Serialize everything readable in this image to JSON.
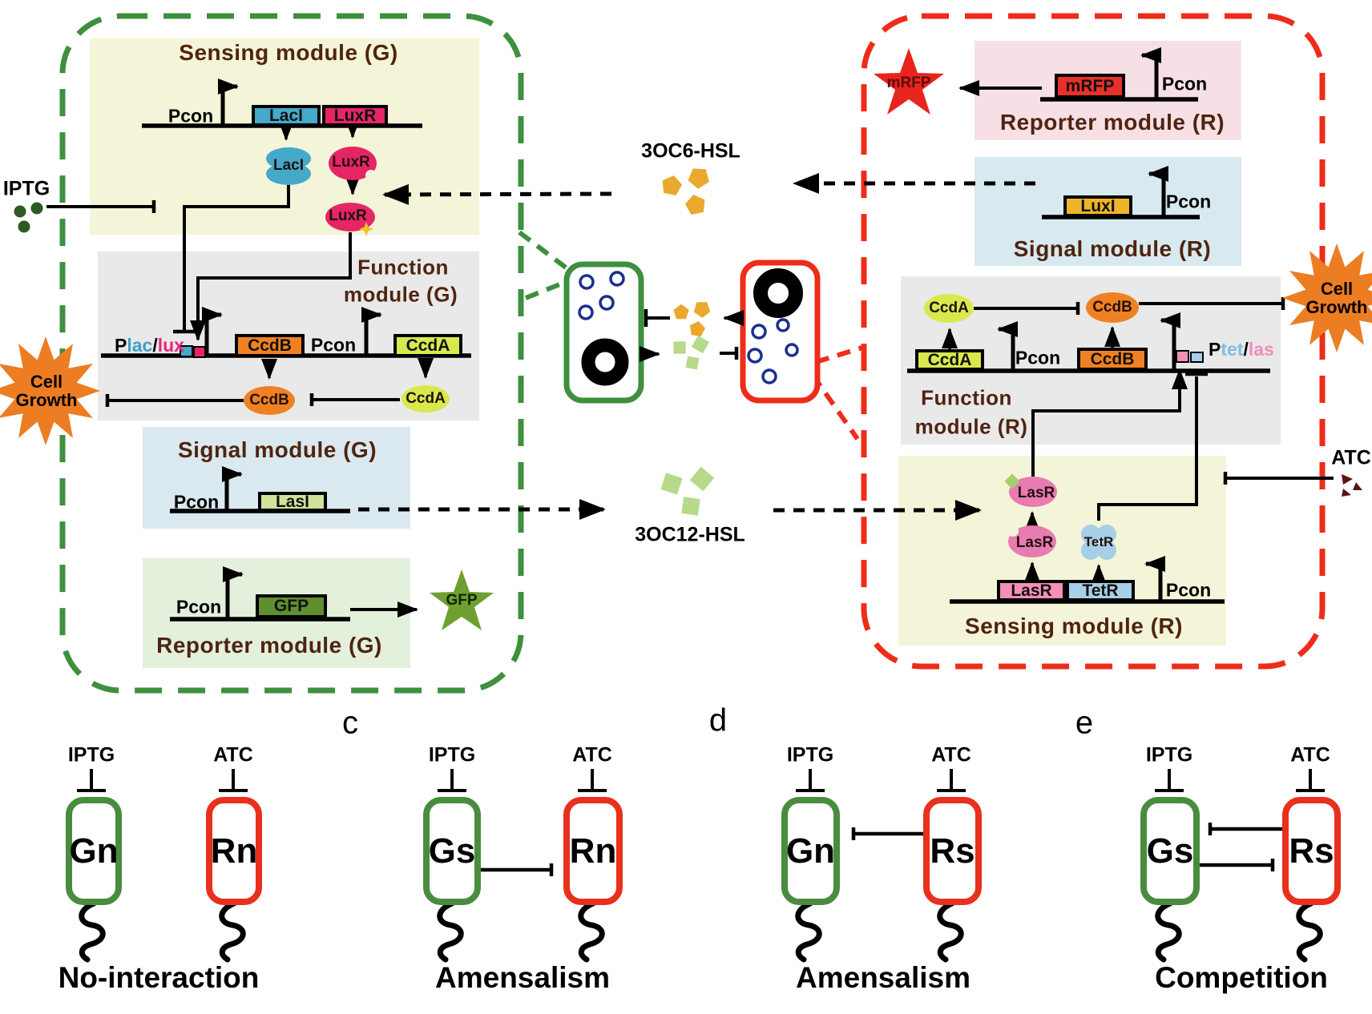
{
  "colors": {
    "strain_green": "#3e8f3e",
    "strain_red": "#ee2c1a",
    "module_yellow": "#f4f4d8",
    "module_gray": "#e9e9e9",
    "module_blue": "#d9e9ef",
    "module_green": "#e2f0dc",
    "module_pink": "#f7dfe6",
    "laci_blue": "#45a9c9",
    "luxr_crimson": "#e62565",
    "lasr_pink": "#f48fb8",
    "tetr_blue": "#a8cfe8",
    "ccdb_orange": "#f08122",
    "ccda_yellowgreen": "#d9e94d",
    "lasi_green": "#cfe49a",
    "gfp_green": "#5f8f2f",
    "mrfp_red": "#e8302a",
    "luxi_amber": "#f0b42c",
    "hsl6_orange": "#eaa82e",
    "hsl12_green": "#b6d98a",
    "burst_orange": "#ed7d23"
  },
  "strain_g": {
    "sensing": {
      "title": "Sensing module (G)",
      "pcon": "Pcon",
      "gene1": "LacI",
      "gene2": "LuxR",
      "protein1": "LacI",
      "protein2": "LuxR",
      "protein3": "LuxR"
    },
    "iptg_label": "IPTG",
    "function": {
      "title1": "Function",
      "title2": "module (G)",
      "p": "P",
      "lac": "lac",
      "slash": "/",
      "lux": "lux",
      "gene1": "CcdB",
      "pcon": "Pcon",
      "gene2": "CcdA",
      "protein1": "CcdB",
      "protein2": "CcdA"
    },
    "cell_growth1": "Cell",
    "cell_growth2": "Growth",
    "signal": {
      "title": "Signal module (G)",
      "pcon": "Pcon",
      "gene": "LasI"
    },
    "reporter": {
      "title": "Reporter module (G)",
      "pcon": "Pcon",
      "gene": "GFP",
      "star": "GFP"
    }
  },
  "center": {
    "hsl6": "3OC6-HSL",
    "hsl12": "3OC12-HSL"
  },
  "strain_r": {
    "reporter": {
      "title": "Reporter module (R)",
      "pcon": "Pcon",
      "gene": "mRFP",
      "star": "mRFP"
    },
    "signal": {
      "title": "Signal module (R)",
      "pcon": "Pcon",
      "gene": "LuxI"
    },
    "function": {
      "title1": "Function",
      "title2": "module (R)",
      "gene1": "CcdA",
      "pcon": "Pcon",
      "gene2": "CcdB",
      "p": "P",
      "tet": "tet",
      "slash": "/",
      "las": "las",
      "protein1": "CcdA",
      "protein2": "CcdB"
    },
    "cell_growth1": "Cell",
    "cell_growth2": "Growth",
    "sensing": {
      "title": "Sensing module (R)",
      "pcon": "Pcon",
      "gene1": "LasR",
      "gene2": "TetR",
      "protein_lasr_bound": "LasR",
      "protein_lasr": "LasR",
      "protein_tetr": "TetR"
    },
    "atc_label": "ATC"
  },
  "panels": {
    "letter_c": "c",
    "letter_d": "d",
    "letter_e": "e",
    "p1": {
      "iptg": "IPTG",
      "atc": "ATC",
      "left": "Gn",
      "right": "Rn",
      "caption": "No-interaction"
    },
    "p2": {
      "iptg": "IPTG",
      "atc": "ATC",
      "left": "Gs",
      "right": "Rn",
      "caption": "Amensalism"
    },
    "p3": {
      "iptg": "IPTG",
      "atc": "ATC",
      "left": "Gn",
      "right": "Rs",
      "caption": "Amensalism"
    },
    "p4": {
      "iptg": "IPTG",
      "atc": "ATC",
      "left": "Gs",
      "right": "Rs",
      "caption": "Competition"
    }
  }
}
